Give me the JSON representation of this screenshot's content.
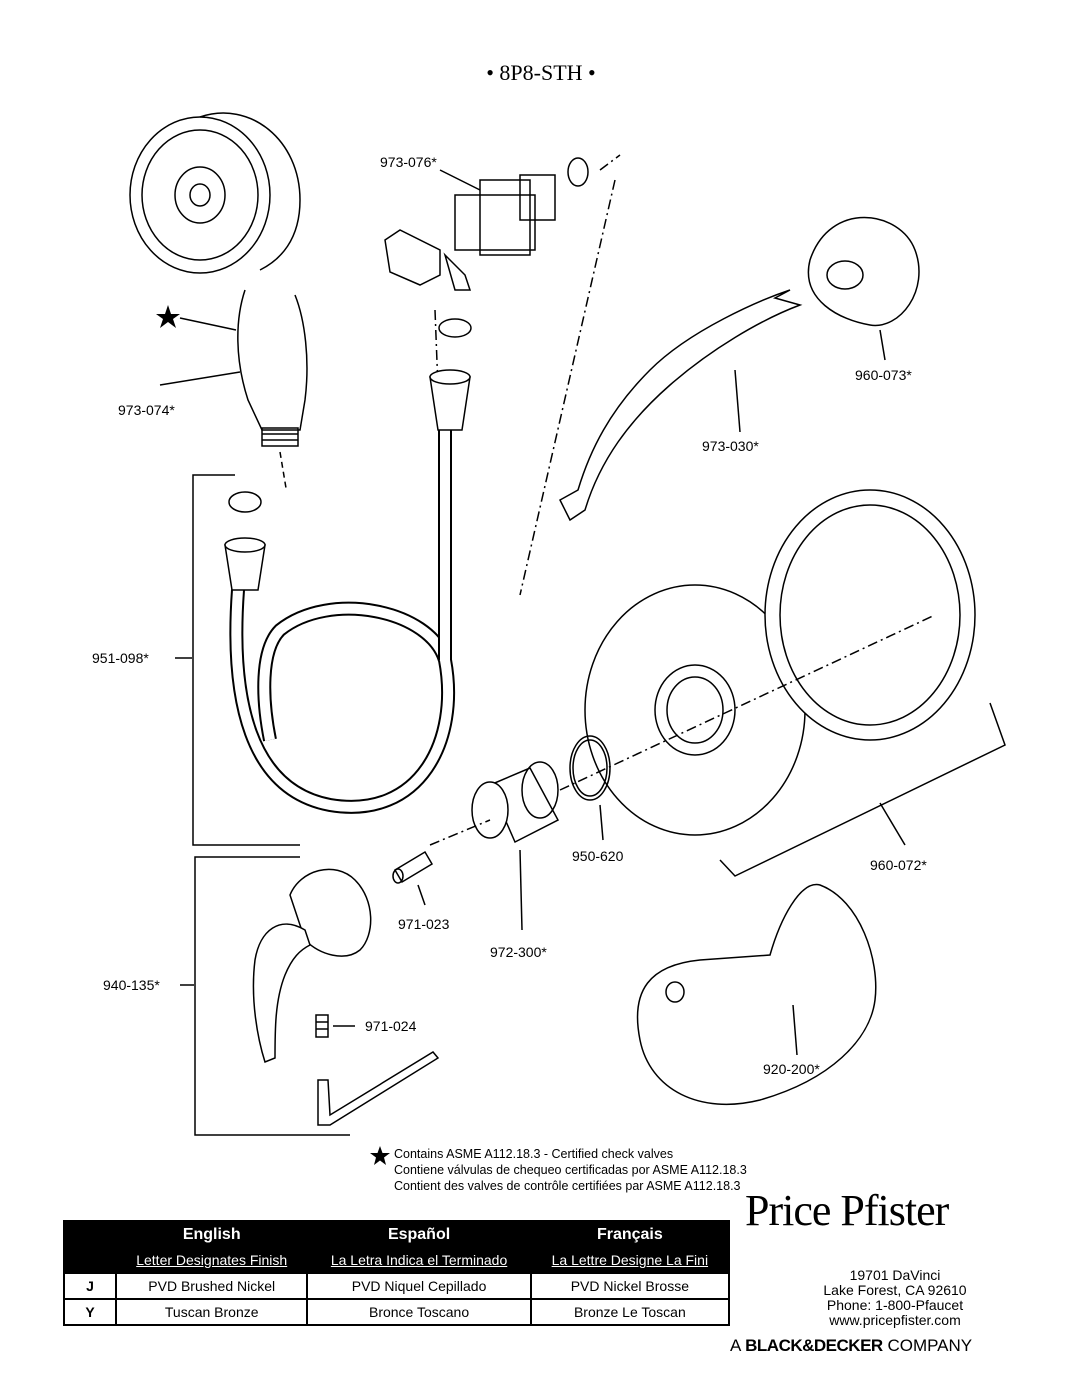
{
  "title": "• 8P8-STH •",
  "parts": {
    "p973_076": "973-076*",
    "p973_074": "973-074*",
    "p960_073": "960-073*",
    "p973_030": "973-030*",
    "p951_098": "951-098*",
    "p950_620": "950-620",
    "p960_072": "960-072*",
    "p971_023": "971-023",
    "p972_300": "972-300*",
    "p940_135": "940-135*",
    "p971_024": "971-024",
    "p920_200": "920-200*"
  },
  "note": {
    "icon": "star-icon",
    "lines": [
      "Contains ASME A112.18.3 - Certified check valves",
      "Contiene válvulas de chequeo certificadas por ASME A112.18.3",
      "Contient des valves de contrôle certifiées par ASME A112.18.3"
    ]
  },
  "finish_table": {
    "headers": {
      "english": "English",
      "espanol": "Español",
      "francais": "Français",
      "english_sub": "Letter Designates Finish",
      "espanol_sub": "La Letra Indica el Terminado",
      "francais_sub": "La Lettre Designe La Fini"
    },
    "rows": [
      {
        "code": "J",
        "english": "PVD Brushed Nickel",
        "espanol": "PVD Niquel Cepillado",
        "francais": "PVD Nickel Brosse"
      },
      {
        "code": "Y",
        "english": "Tuscan Bronze",
        "espanol": "Bronce Toscano",
        "francais": "Bronze Le Toscan"
      }
    ]
  },
  "brand": {
    "name": "Price Pfister",
    "address_line1": "19701 DaVinci",
    "address_line2": "Lake Forest, CA 92610",
    "phone": "Phone: 1-800-Pfaucet",
    "website": "www.pricepfister.com",
    "company_prefix": "A",
    "company_name": "BLACK&DECKER",
    "company_suffix": "COMPANY"
  }
}
